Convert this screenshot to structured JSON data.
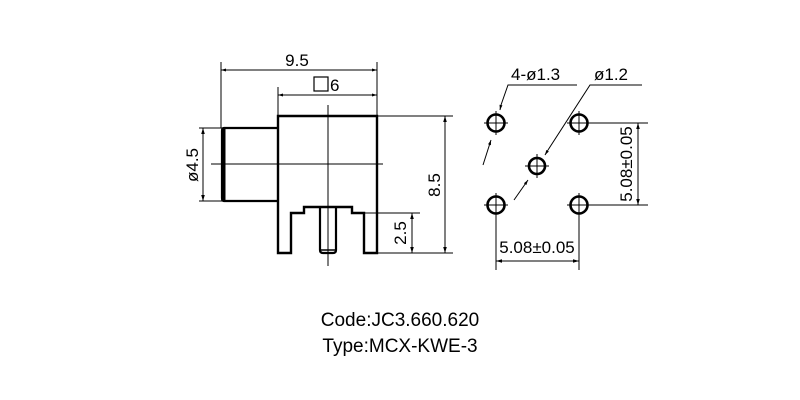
{
  "side_view": {
    "dim_overall_length": "9.5",
    "dim_body_square": "6",
    "dim_body_square_symbol": "square",
    "dim_barrel_diameter": "ø4.5",
    "dim_height": "8.5",
    "dim_pin_length": "2.5"
  },
  "footprint_view": {
    "dim_mount_holes": "4-ø1.3",
    "dim_center_hole": "ø1.2",
    "dim_vertical_pitch": "5.08±0.05",
    "dim_horizontal_pitch": "5.08±0.05",
    "hole_count_mount": 4,
    "hole_count_center": 1
  },
  "caption": {
    "code": "Code:JC3.660.620",
    "type": "Type:MCX-KWE-3"
  },
  "colors": {
    "line": "#000000",
    "background": "#ffffff"
  }
}
